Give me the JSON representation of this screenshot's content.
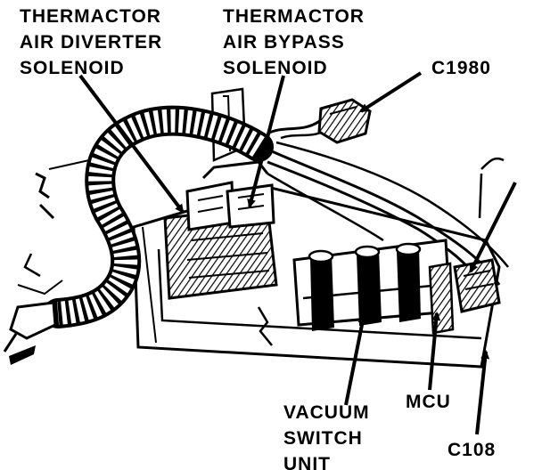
{
  "labels": {
    "air_diverter": [
      "THERMACTOR",
      "AIR DIVERTER",
      "SOLENOID"
    ],
    "air_bypass": [
      "THERMACTOR",
      "AIR BYPASS",
      "SOLENOID"
    ],
    "c1980": "C1980",
    "vacuum_switch": [
      "VACUUM",
      "SWITCH",
      "UNIT"
    ],
    "mcu": "MCU",
    "c108": "C108"
  },
  "colors": {
    "ink": "#000000",
    "paper": "#ffffff"
  }
}
